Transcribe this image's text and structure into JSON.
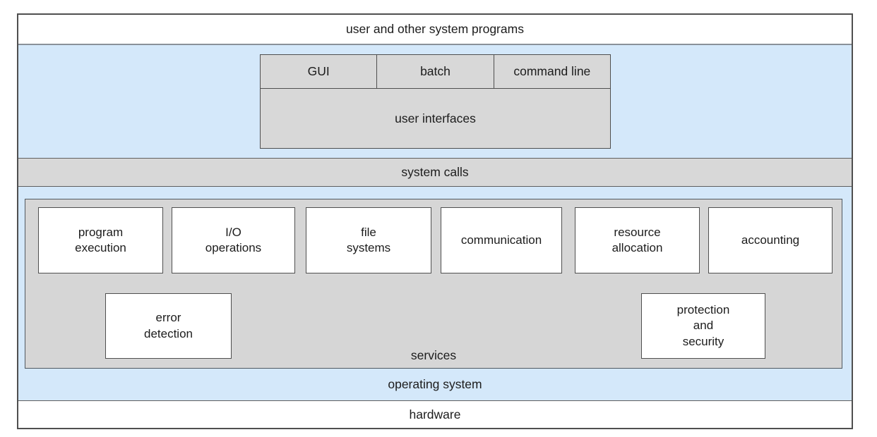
{
  "layers": {
    "user_programs_label": "user and other system programs",
    "system_calls_label": "system calls",
    "operating_system_label": "operating system",
    "hardware_label": "hardware"
  },
  "user_interfaces": {
    "label": "user interfaces",
    "gui": "GUI",
    "batch": "batch",
    "command_line": "command line"
  },
  "services": {
    "label": "services",
    "boxes": [
      {
        "id": "program-execution",
        "label": "program\nexecution"
      },
      {
        "id": "io-operations",
        "label": "I/O\noperations"
      },
      {
        "id": "file-systems",
        "label": "file\nsystems"
      },
      {
        "id": "communication",
        "label": "communication"
      },
      {
        "id": "resource-allocation",
        "label": "resource\nallocation"
      },
      {
        "id": "accounting",
        "label": "accounting"
      },
      {
        "id": "error-detection",
        "label": "error\ndetection"
      },
      {
        "id": "protection-security",
        "label": "protection\nand\nsecurity"
      }
    ]
  },
  "colors": {
    "band_blue": "#d4e8fa",
    "band_gray": "#d8d8d8",
    "panel_gray": "#d6d6d6",
    "box_white": "#ffffff",
    "border_dark": "#4f4f4f",
    "text": "#1c1c1c"
  }
}
